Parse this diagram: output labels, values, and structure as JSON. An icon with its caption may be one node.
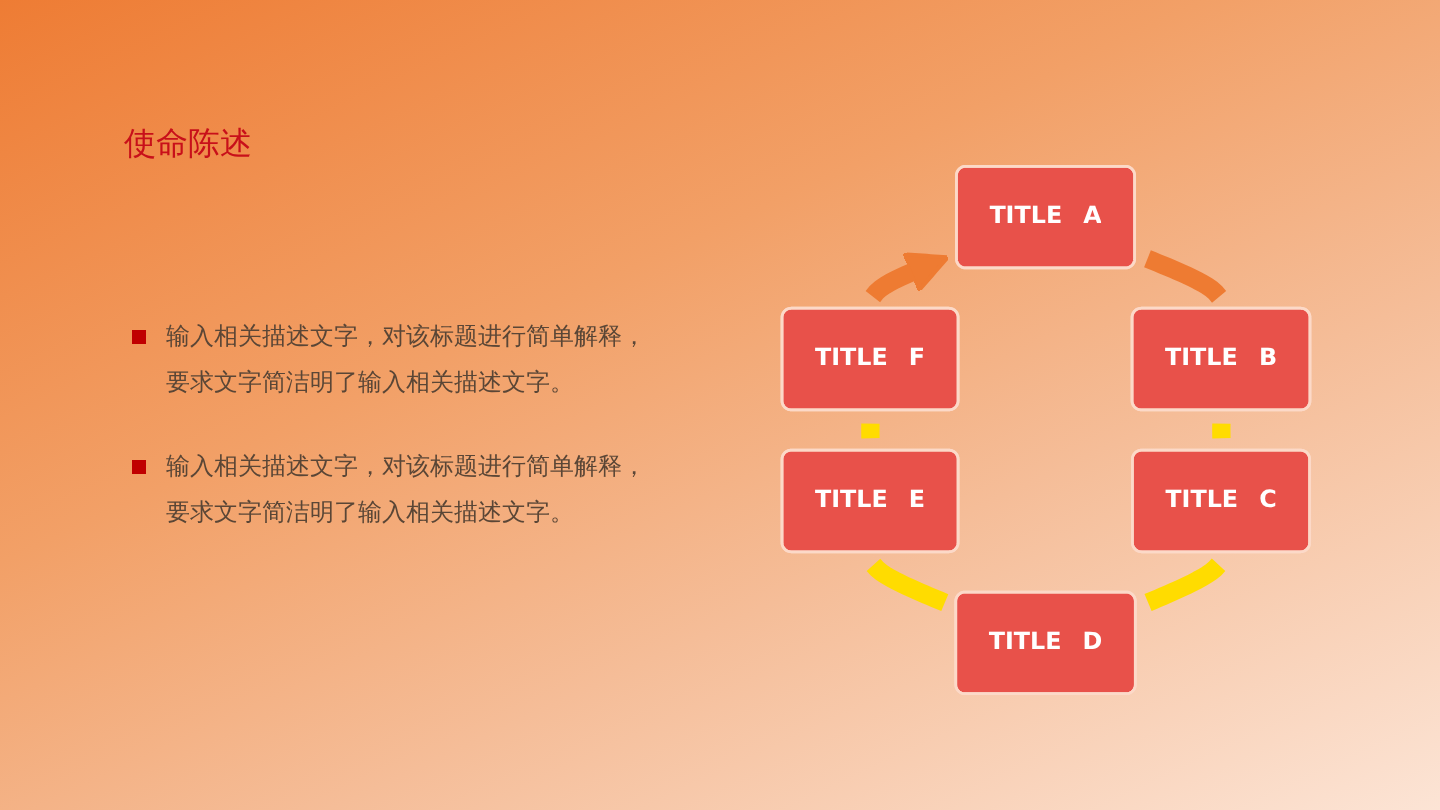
{
  "diagram": {
    "title": "使命陈述",
    "nodes": [
      {
        "text": [
          "TITLE A"
        ]
      },
      {
        "text": [
          "TITLE B"
        ]
      },
      {
        "text": [
          "TITLE C"
        ]
      },
      {
        "text": [
          "TITLE D"
        ]
      },
      {
        "text": [
          "TITLE E"
        ]
      },
      {
        "text": [
          "TITLE F"
        ]
      }
    ],
    "edges": [
      {
        "from": 5,
        "to": 0,
        "arrow": "to",
        "color": "#ee7b32"
      },
      {
        "from": 4,
        "to": 5,
        "arrow": "none"
      },
      {
        "from": 3,
        "to": 4,
        "arrow": "none"
      },
      {
        "from": 3,
        "to": 2,
        "arrow": "none"
      },
      {
        "from": 2,
        "to": 1,
        "arrow": "none"
      },
      {
        "from": 1,
        "to": 0,
        "arrow": "none",
        "color": "#ee7b32"
      }
    ],
    "labels": [
      "输入相关描述文字，对该标题进行简单解释，要求文字简洁明了输入相关描述文字。",
      "输入相关描述文字，对该标题进行简单解释，要求文字简洁明了输入相关描述文字。"
    ]
  }
}
